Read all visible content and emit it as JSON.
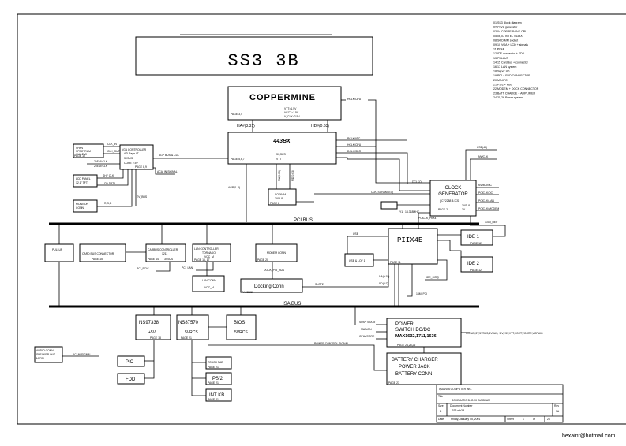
{
  "title": "SS3 3B",
  "index_list": [
    "01 SS3 Block diagram",
    "02 Clock generator",
    "03,04 COPPERMINE CPU",
    "05,06,07 INTEL 443BX",
    "08 SODIMM socket",
    "09,10 VGA + LCD + signals",
    "11 PIIX4",
    "12 IDE connector + FDD",
    "13 PULLUP",
    "14,15 CardBus + connector",
    "16,17 LAN system",
    "18 Super I/O",
    "19 PIO + FDD CONNECTOR",
    "20 MINIPCI",
    "21 PS/2 + KBC",
    "22 MODEM + DOCK CONNECTOR",
    "23 BATT CHARGE + AMPLIFIER",
    "24,25,26 Power system"
  ],
  "blocks": {
    "cpu": {
      "name": "COPPERMINE",
      "l1": "VTT=1.5V",
      "l2": "VCCT=1.5V",
      "l3": "V_CLK=2.5V",
      "page": "PAGE 3,4"
    },
    "ha": "HA#(3:31)",
    "hd": "HD#(0:63)",
    "nb": {
      "name": "443BX",
      "l1": "3V,SUS",
      "l2": "VTT",
      "page": "PAGE 5,6,7"
    },
    "vga": {
      "name": "VGA CONTROLLER",
      "l1": "ATI Rage LT",
      "l2": "3VSUS",
      "l3": "CORE 2.5V",
      "page": "PAGE 8,9"
    },
    "spk": {
      "name": "SPAN",
      "l1": "SPECTRUM",
      "l2": "CLK-EMI",
      "page": "PAGE 10"
    },
    "lcd": {
      "name": "LCD PANEL",
      "l1": "12.1\" TFT"
    },
    "mon": {
      "name": "MONITOR",
      "l1": "CONN"
    },
    "sodimm": {
      "name": "SODIMM",
      "l1": "3VSUS",
      "page": "PAGE 8"
    },
    "clock": {
      "name": "CLOCK",
      "name2": "GENERATOR",
      "l1": "(CY2288 & ICS)",
      "l2": "3VSUS",
      "l3": "3V",
      "page": "PAGE 2"
    },
    "pci_bus": "PCI BUS",
    "isa_bus": "ISA BUS",
    "pullup": "PULLUP",
    "cardbus_conn": {
      "name": "CARD BUS CONNECTOR",
      "page": "PAGE 15"
    },
    "cardbus": {
      "name": "CARBUS CONTROLLER",
      "l1": "1211",
      "l2": "3VSUS",
      "page": "PAGE 14"
    },
    "lanctl": {
      "name": "LAN CONTROLLER",
      "l1": "TORNADO",
      "l2": "VCC_M",
      "page": "PAGE 16, 17"
    },
    "lanconn": {
      "name": "LAN CONN",
      "l1": "VCC_M"
    },
    "modem": {
      "name": "MODEM CONN",
      "page": "PAGE 20"
    },
    "dock": {
      "name": "Docking Conn",
      "page": "PAGE 22"
    },
    "piix4": {
      "name": "PIIX4E",
      "page": "PAGE 11"
    },
    "ide1": {
      "name": "IDE 1",
      "page": "PAGE 12"
    },
    "ide2": {
      "name": "IDE 2",
      "page": "PAGE 12"
    },
    "usb": "USB & LOF 1",
    "ns97338": {
      "name": "NS97338",
      "l1": "+5V",
      "page": "PAGE 18"
    },
    "ns87570": {
      "name": "NS87570",
      "l1": "5VRCS",
      "page": "PAGE 21"
    },
    "bios": {
      "name": "BIOS",
      "l1": "5VRCS"
    },
    "pio": "PIO",
    "fdd": "FDD",
    "touchpad": {
      "name": "TOUCH PAD",
      "page": "PAGE 21"
    },
    "ps2": {
      "name": "PS/2",
      "page": "PAGE 21"
    },
    "intkb": {
      "name": "INT KB",
      "page": "PAGE 21"
    },
    "audio": {
      "name": "AUDIO CONN",
      "l1": "SPEAKER OUT",
      "l2": "MICIN"
    },
    "power": {
      "name": "POWER",
      "l2": "SWITCH  DC/DC",
      "l3": "MAX1632,1711,1636",
      "page": "PAGE 24,25,26"
    },
    "battery": {
      "name": "BATTERY CHARGER",
      "l2": "POWER JACK",
      "l3": "BATTERY CONN",
      "page": "PAGE 23"
    },
    "crystal": "14.318MHZ",
    "y1": "Y1"
  },
  "signals": {
    "hclk_cpu": "HCLK/CPU",
    "pciastclk": "PCLK/ATC",
    "hclk_nb": "HCLK/CPU",
    "dclk_nb": "DCLK/SDR",
    "usb48": "USB(48)",
    "nvramclk": "NWCLK",
    "nvclk": "NV/MONIC",
    "pciclk_dc": "PCICLK/DC",
    "pciclk_lan": "PCICLK/LAN",
    "pciclk_modem": "PCICLK/MODEM",
    "dclko": "DCLKO",
    "clk_sdram": "CLK_SDRAM(0:3)",
    "pciclk_piix4": "PCICLK_PIIX4",
    "clk14": "14M_REF",
    "agp_66": "AGP BUS & CLK",
    "aca_in": "ACA_IN SIGNAL",
    "agp_clk": "AGP(0..2)",
    "clk_in": "CLK_IN",
    "clk_out": "CLK_OUT",
    "emi_clk": "2xEMI CLK",
    "emi_clk2": "2xEMI CLK",
    "shf_clk": "SHF CLK",
    "lcd_data": "LCD DATA",
    "rgb": "R,G,B",
    "tv_bus": "TV_BUS",
    "ma": "MA(0:13)",
    "md": "MD(0:63)",
    "usb_sig": "USB",
    "pci_ide": "PCI_IDE",
    "usb_pci": "USB_PCI",
    "pciclk_cb": "PCI_PCIC",
    "pciclk_lan2": "PCI_LAN",
    "sa": "SA(0:19)",
    "sd": "SD(0:7)",
    "slot2": "SLOT2",
    "dock_pci": "DOCK_PCI_BUS",
    "irq": "IDE_SIRQ",
    "ir": "14M_PCI",
    "sus_stat": "SUSP STAT#",
    "main_on": "MAINON",
    "cpu_core": "CPUVCORE",
    "power_ctl": "POWER CONTROL SIGNAL",
    "ac_in": "AC_IN SIGNAL",
    "outputs": "5VRUN,3V,5VSUS,3VSUS,+5V,+3V,VTT,VCCT,VCORE,VCPUIO"
  },
  "title_block": {
    "company": "QUANTA COMPUTER INC.",
    "title_label": "Title",
    "title": "SCHEMATIC BLOCK DIAGRAM",
    "size_label": "Size",
    "size": "B",
    "docno_label": "Document Number",
    "docno": "SS3 mb3B",
    "rev_label": "Rev",
    "rev": "3A",
    "date_label": "Date:",
    "date": "Friday, January 05, 2001",
    "sheet_label": "Sheet",
    "sheet": "1",
    "of_label": "of",
    "total": "26"
  },
  "watermark": "hexainf@hotmail.com"
}
